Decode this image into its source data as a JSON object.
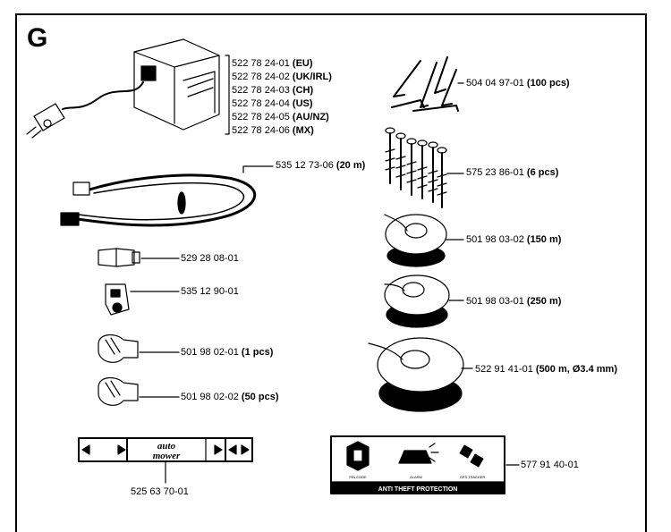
{
  "section_letter": "G",
  "power_supply": {
    "parts": [
      {
        "number": "522 78 24-01",
        "variant": "(EU)"
      },
      {
        "number": "522 78 24-02",
        "variant": "(UK/IRL)"
      },
      {
        "number": "522 78 24-03",
        "variant": "(CH)"
      },
      {
        "number": "522 78 24-04",
        "variant": "(US)"
      },
      {
        "number": "522 78 24-05",
        "variant": "(AU/NZ)"
      },
      {
        "number": "522 78 24-06",
        "variant": "(MX)"
      }
    ]
  },
  "parts": {
    "pegs": {
      "number": "504 04 97-01",
      "variant": "(100 pcs)"
    },
    "screws": {
      "number": "575 23 86-01",
      "variant": "(6 pcs)"
    },
    "low_voltage_cable": {
      "number": "535 12 73-06",
      "variant": "(20 m)"
    },
    "wire_150": {
      "number": "501 98 03-02",
      "variant": "(150 m)"
    },
    "splice": {
      "number": "529 28 08-01",
      "variant": ""
    },
    "contact": {
      "number": "535 12 90-01",
      "variant": ""
    },
    "wire_250": {
      "number": "501 98 03-01",
      "variant": "(250 m)"
    },
    "coupler_1": {
      "number": "501 98 02-01",
      "variant": "(1 pcs)"
    },
    "coupler_50": {
      "number": "501 98 02-02",
      "variant": "(50 pcs)"
    },
    "wire_500": {
      "number": "522 91 41-01",
      "variant": "(500 m, Ø3.4 mm)"
    },
    "ruler": {
      "number": "525 63 70-01",
      "variant": ""
    },
    "decal": {
      "number": "577 91 40-01",
      "variant": ""
    }
  },
  "ruler_strip": {
    "logo_line1": "auto",
    "logo_line2": "mower"
  },
  "decal_sticker": {
    "banner": "ANTI THEFT PROTECTION",
    "icon_labels": [
      "PIN CODE",
      "ALARM",
      "GPS TRACKER"
    ]
  }
}
